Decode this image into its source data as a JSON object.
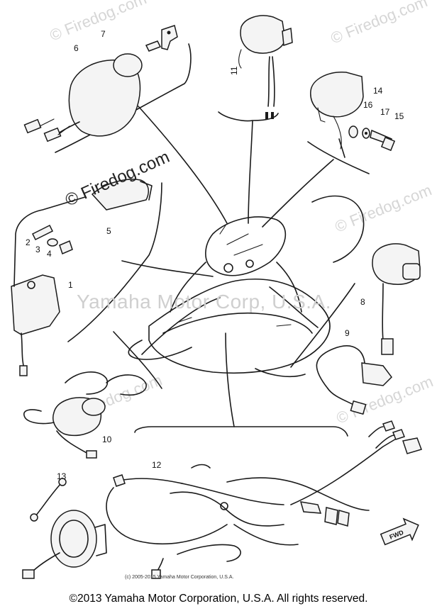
{
  "watermarks": {
    "site": "© Firedog.com",
    "center": "Yamaha Motor Corp, U.S.A."
  },
  "callouts": [
    {
      "id": "1",
      "text": "1"
    },
    {
      "id": "2",
      "text": "2"
    },
    {
      "id": "3",
      "text": "3"
    },
    {
      "id": "4",
      "text": "4"
    },
    {
      "id": "5",
      "text": "5"
    },
    {
      "id": "6",
      "text": "6"
    },
    {
      "id": "7",
      "text": "7"
    },
    {
      "id": "8",
      "text": "8"
    },
    {
      "id": "9",
      "text": "9"
    },
    {
      "id": "10",
      "text": "10"
    },
    {
      "id": "11",
      "text": "11"
    },
    {
      "id": "12",
      "text": "12"
    },
    {
      "id": "13",
      "text": "13"
    },
    {
      "id": "14",
      "text": "14"
    },
    {
      "id": "15",
      "text": "15"
    },
    {
      "id": "16",
      "text": "16"
    },
    {
      "id": "17",
      "text": "17"
    }
  ],
  "fwd_label": "FWD",
  "inner_copyright": "(c) 2005-2015 Yamaha Motor Corporation, U.S.A.",
  "footer_copyright": "©2013 Yamaha Motor Corporation, U.S.A. All rights reserved."
}
